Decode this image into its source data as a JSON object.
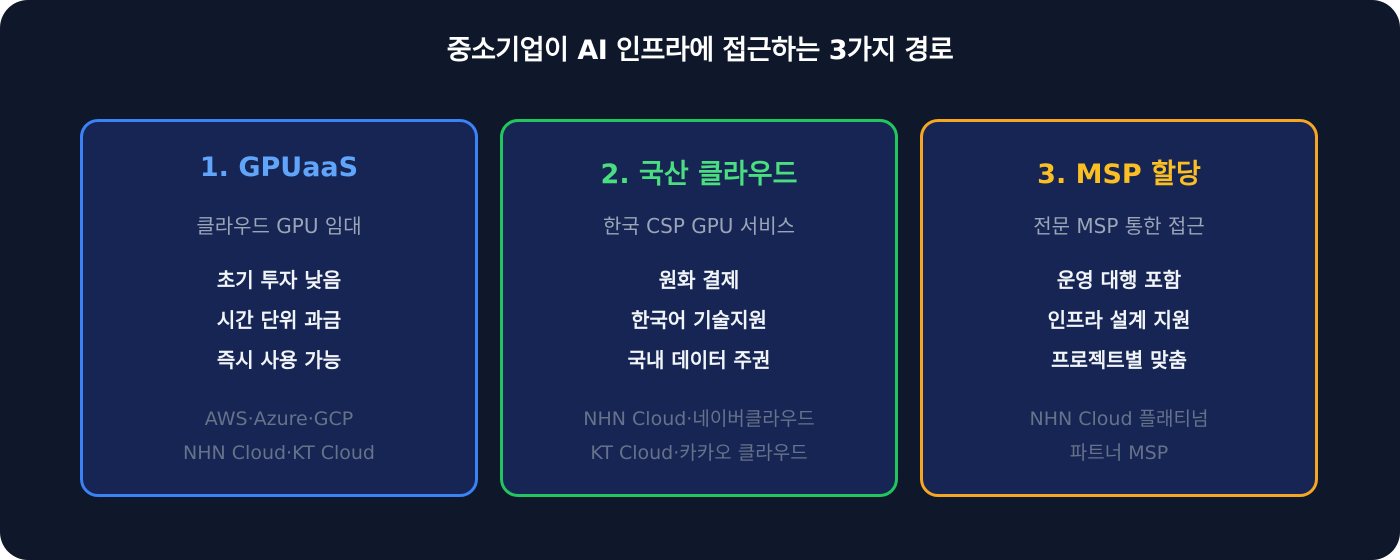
{
  "title": "중소기업이 AI 인프라에 접근하는 3가지 경로",
  "colors": {
    "background": "#0f172a",
    "card_fill": "#172554",
    "card1_accent": "#3b82f6",
    "card1_heading": "#60a5fa",
    "card2_accent": "#22c55e",
    "card2_heading": "#4ade80",
    "card3_accent": "#f5a623",
    "card3_heading": "#fbbf24"
  },
  "cards": [
    {
      "heading": "1. GPUaaS",
      "subtitle": "클라우드 GPU 임대",
      "features": [
        "초기 투자 낮음",
        "시간 단위 과금",
        "즉시 사용 가능"
      ],
      "providers": [
        "AWS·Azure·GCP",
        "NHN Cloud·KT Cloud"
      ]
    },
    {
      "heading": "2. 국산 클라우드",
      "subtitle": "한국 CSP GPU 서비스",
      "features": [
        "원화 결제",
        "한국어 기술지원",
        "국내 데이터 주권"
      ],
      "providers": [
        "NHN Cloud·네이버클라우드",
        "KT Cloud·카카오 클라우드"
      ]
    },
    {
      "heading": "3. MSP 할당",
      "subtitle": "전문 MSP 통한 접근",
      "features": [
        "운영 대행 포함",
        "인프라 설계 지원",
        "프로젝트별 맞춤"
      ],
      "providers": [
        "NHN Cloud 플래티넘",
        "파트너 MSP"
      ]
    }
  ]
}
